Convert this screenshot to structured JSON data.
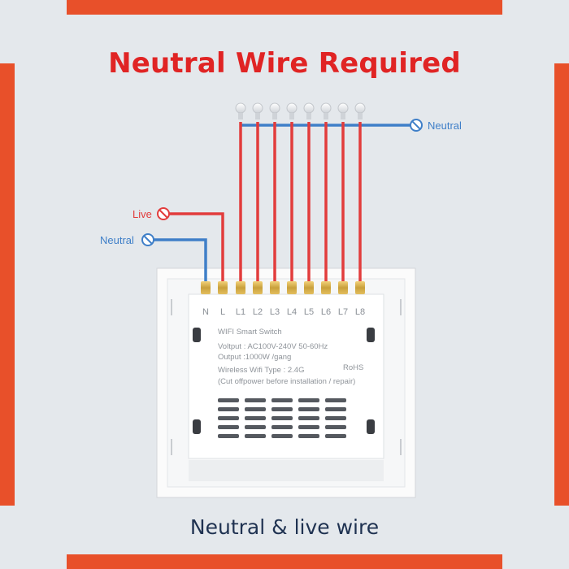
{
  "title": "Neutral Wire Required",
  "footer": "Neutral & live wire",
  "wire_labels": {
    "neutral_top": "Neutral",
    "live": "Live",
    "neutral_left": "Neutral"
  },
  "terminals": [
    "N",
    "L",
    "L1",
    "L2",
    "L3",
    "L4",
    "L5",
    "L6",
    "L7",
    "L8"
  ],
  "label_plate": {
    "line1": "WIFI Smart Switch",
    "line2": "Voltput : AC100V-240V  50-60Hz",
    "line3": "Output :1000W /gang",
    "line4": "Wireless Wifi Type : 2.4G",
    "rohs": "RoHS",
    "line5": "(Cut offpower before installation / repair)"
  },
  "colors": {
    "frame": "#e8502a",
    "title": "#e02424",
    "live_wire": "#e23c3c",
    "neutral_wire": "#3f7fc8",
    "footer": "#1f3251"
  }
}
